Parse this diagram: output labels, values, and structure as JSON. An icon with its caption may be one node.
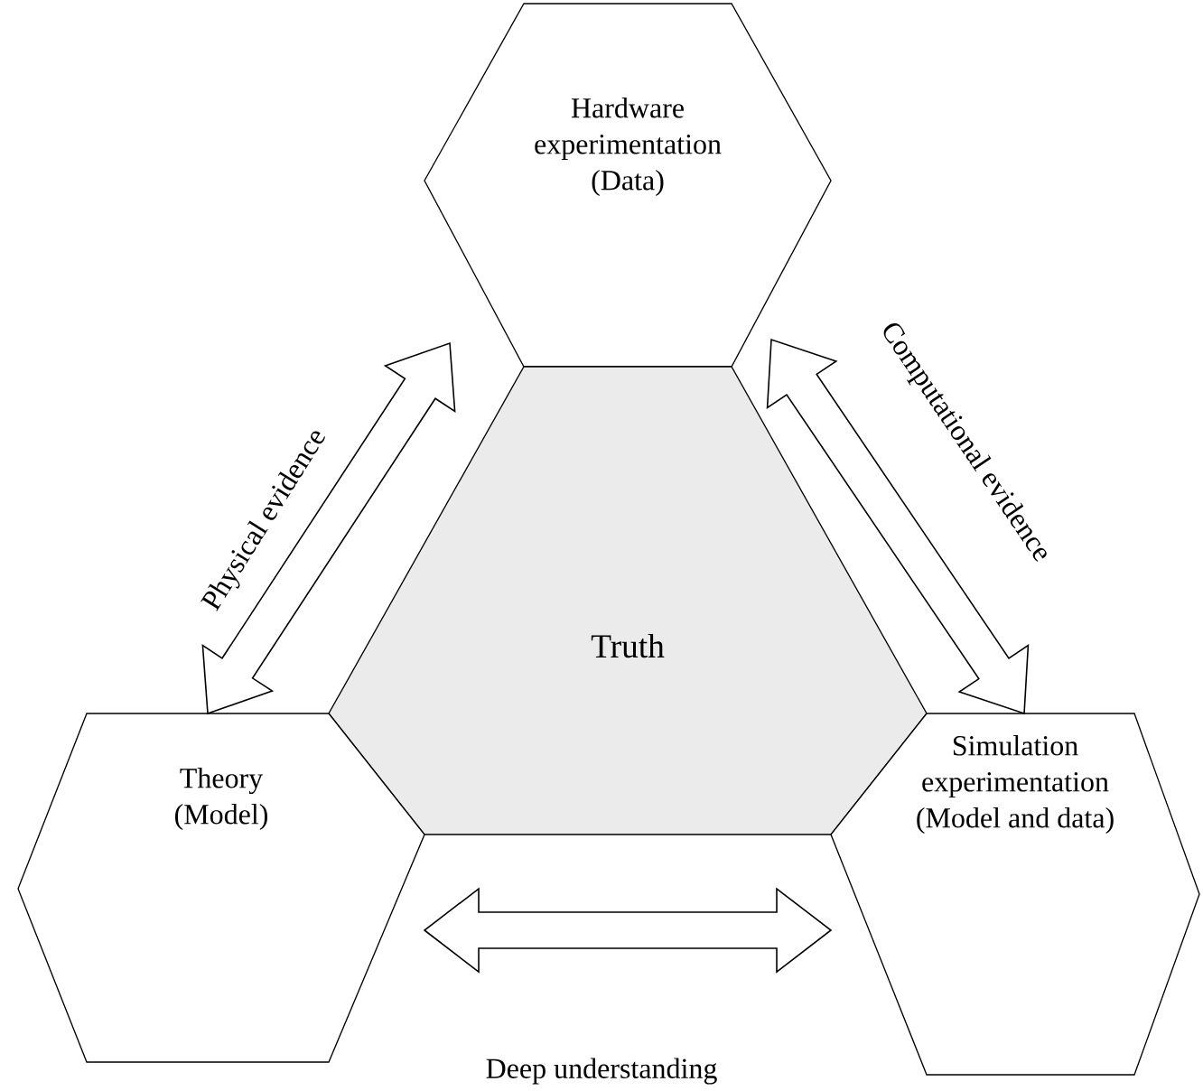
{
  "diagram": {
    "nodes": [
      {
        "text": [
          "Hardware experimentation (Data)"
        ]
      },
      {
        "text": [
          "Truth"
        ]
      },
      {
        "text": [
          "Theory (Model)"
        ]
      },
      {
        "text": [
          "Simulation experimentation (Model and data)"
        ]
      }
    ],
    "edges": [
      {
        "from": 2,
        "to": 0,
        "arrow": "both",
        "label": "Physical evidence"
      },
      {
        "from": 0,
        "to": 3,
        "arrow": "both",
        "label": "Computational evidence"
      },
      {
        "from": 2,
        "to": 3,
        "arrow": "both",
        "label": "Deep understanding"
      }
    ]
  }
}
